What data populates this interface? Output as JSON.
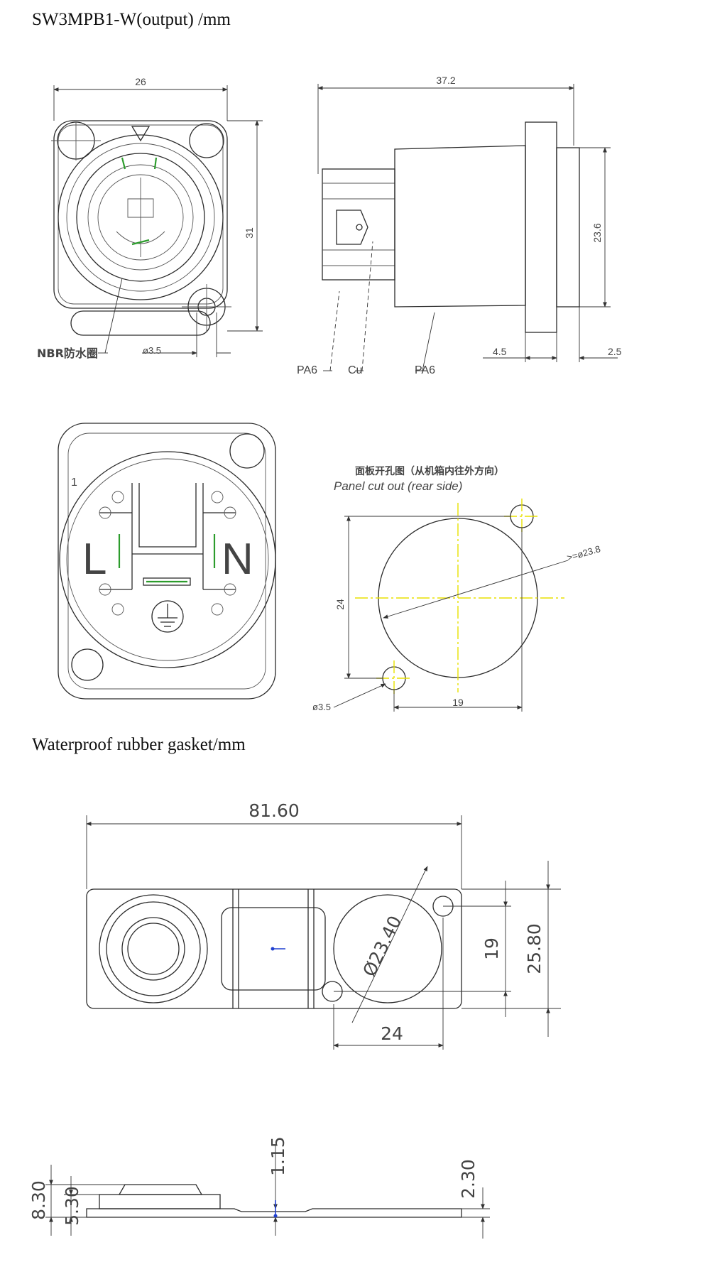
{
  "headings": {
    "product": "SW3MPB1-W(output) /mm",
    "gasket": "Waterproof rubber gasket/mm"
  },
  "front_view": {
    "width": "26",
    "height": "31",
    "hole": "ø3.5",
    "seal_label": "NBR防水圈"
  },
  "side_view": {
    "length": "37.2",
    "diameter": "23.6",
    "dim_a": "4.5",
    "dim_b": "2.5",
    "mat_1": "PA6",
    "mat_2": "Cu",
    "mat_3": "PA6"
  },
  "rear_view": {
    "live": "L",
    "neutral": "N",
    "pin": "1"
  },
  "panel_cutout": {
    "title_cn": "面板开孔图（从机箱内往外方向）",
    "title_en": "Panel cut out (rear side)",
    "diameter": ">=ø23.8",
    "height": "24",
    "width": "19",
    "hole": "ø3.5"
  },
  "gasket_top": {
    "length": "81.60",
    "diameter": "Ø23.40",
    "inner": "19",
    "outer": "25.80",
    "width": "24"
  },
  "gasket_side": {
    "h_total": "8.30",
    "h_mid": "5.30",
    "t_step": "1.15",
    "t_plate": "2.30"
  }
}
